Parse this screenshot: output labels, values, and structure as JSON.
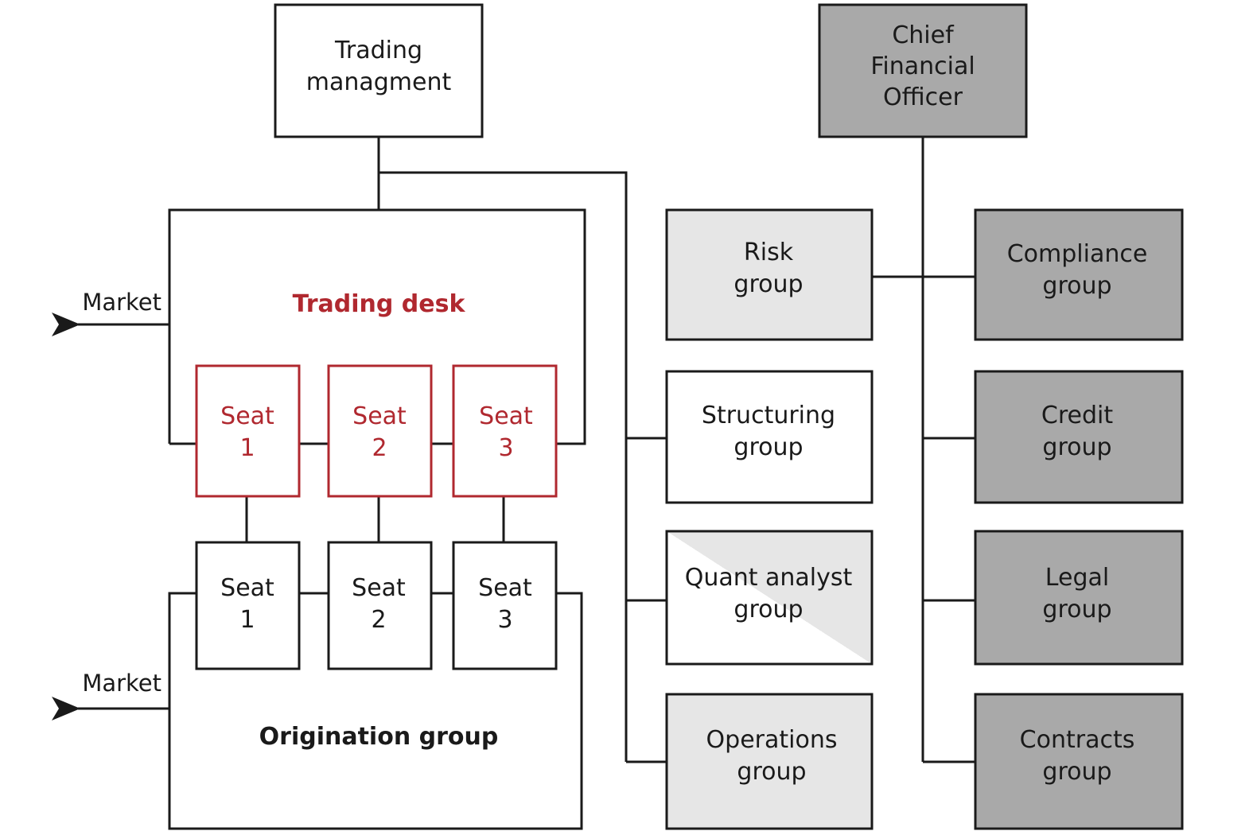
{
  "colors": {
    "line": "#1a1a1a",
    "red": "#b0282f",
    "light_gray": "#e6e6e6",
    "dark_gray": "#a9a9a9",
    "white": "#ffffff"
  },
  "trading_management": {
    "line1": "Trading",
    "line2": "managment"
  },
  "cfo": {
    "line1": "Chief",
    "line2": "Financial",
    "line3": "Officer"
  },
  "trading_desk": {
    "title": "Trading desk",
    "market_label": "Market",
    "seats": [
      {
        "line1": "Seat",
        "line2": "1"
      },
      {
        "line1": "Seat",
        "line2": "2"
      },
      {
        "line1": "Seat",
        "line2": "3"
      }
    ]
  },
  "origination_group": {
    "title": "Origination group",
    "market_label": "Market",
    "seats": [
      {
        "line1": "Seat",
        "line2": "1"
      },
      {
        "line1": "Seat",
        "line2": "2"
      },
      {
        "line1": "Seat",
        "line2": "3"
      }
    ]
  },
  "middle_groups": [
    {
      "line1": "Risk",
      "line2": "group",
      "fill": "light"
    },
    {
      "line1": "Structuring",
      "line2": "group",
      "fill": "white"
    },
    {
      "line1": "Quant analyst",
      "line2": "group",
      "fill": "split"
    },
    {
      "line1": "Operations",
      "line2": "group",
      "fill": "light"
    }
  ],
  "right_groups": [
    {
      "line1": "Compliance",
      "line2": "group"
    },
    {
      "line1": "Credit",
      "line2": "group"
    },
    {
      "line1": "Legal",
      "line2": "group"
    },
    {
      "line1": "Contracts",
      "line2": "group"
    }
  ]
}
